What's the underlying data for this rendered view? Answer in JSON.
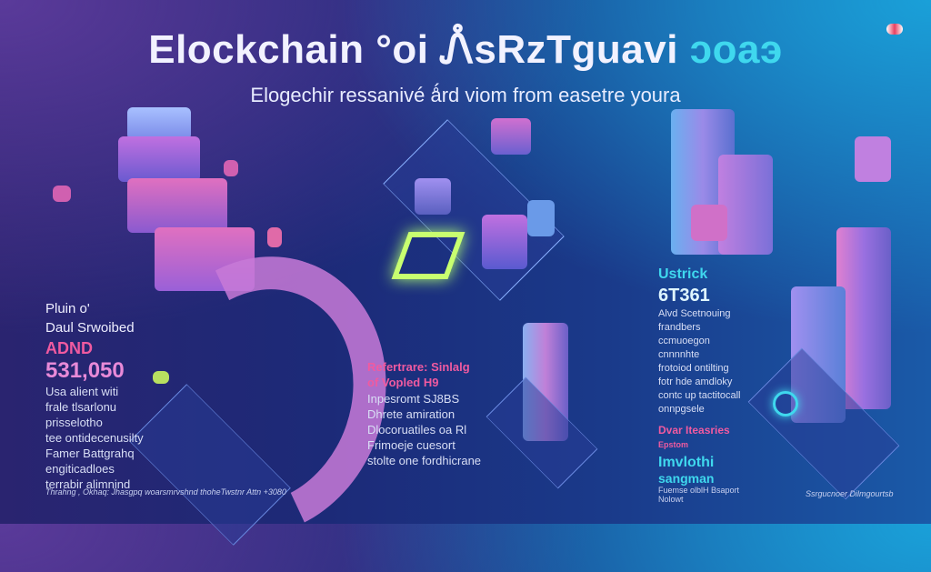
{
  "header": {
    "title_main": "Elockchain °oi Ꮑ̊sRzTguavi",
    "title_accent": "ɔoaэ",
    "subtitle": "Elogechir ressanivé ǻrd viom from easetre youra",
    "corner_icon": "badge-logo-icon"
  },
  "left_panel": {
    "heading_line1": "Pluin o'",
    "heading_line2": "Daul Srwoibed",
    "label": "ADND",
    "value": "531,050",
    "body": [
      "Usa alient witi",
      "frale tlsarlonu",
      "prisselotho",
      "tee ontidecenusilty",
      "Famer Battgrahq",
      "engiticadloes",
      "terrabir alimnind"
    ],
    "footnote": "Thrahng , Okhaq: Jhasgpq woarsmrvshnd thoheTwstnr Attn +3080"
  },
  "center_panel": {
    "heading_line1": "Refertrare: Sinlalg",
    "heading_line2": "of Vopled H9",
    "body": [
      "Inpesromt SJ8BS",
      "Dhrete amiration",
      "Dlocoruatiles oa Rl",
      "Frimoeje cuesort",
      "stolte one fordhicrane"
    ]
  },
  "right_panel": {
    "heading": "Ustrick",
    "value": "6T361",
    "body": [
      "Alvd Scetnouing",
      "frandbers",
      "ccmuoegon",
      "cnnnnhte",
      "frotoiod ontilting",
      "fotr hde amdloky",
      "contc up tactitocall",
      "onnpgsele"
    ],
    "sub_heading": "Dvar Iteasries",
    "sub_label": "Epstom",
    "accent_line1": "Imvlothi",
    "accent_line2": "sangman",
    "small_line1": "Fuemse olblH Bsaport",
    "small_line2": "Nolowt",
    "footnote": "Ssrgucnoer Dilmgourtsb"
  },
  "colors": {
    "pink": "#f05aa0",
    "cyan": "#3fd8ee",
    "background_left": "#2a2470",
    "background_right": "#1a5aa8"
  }
}
